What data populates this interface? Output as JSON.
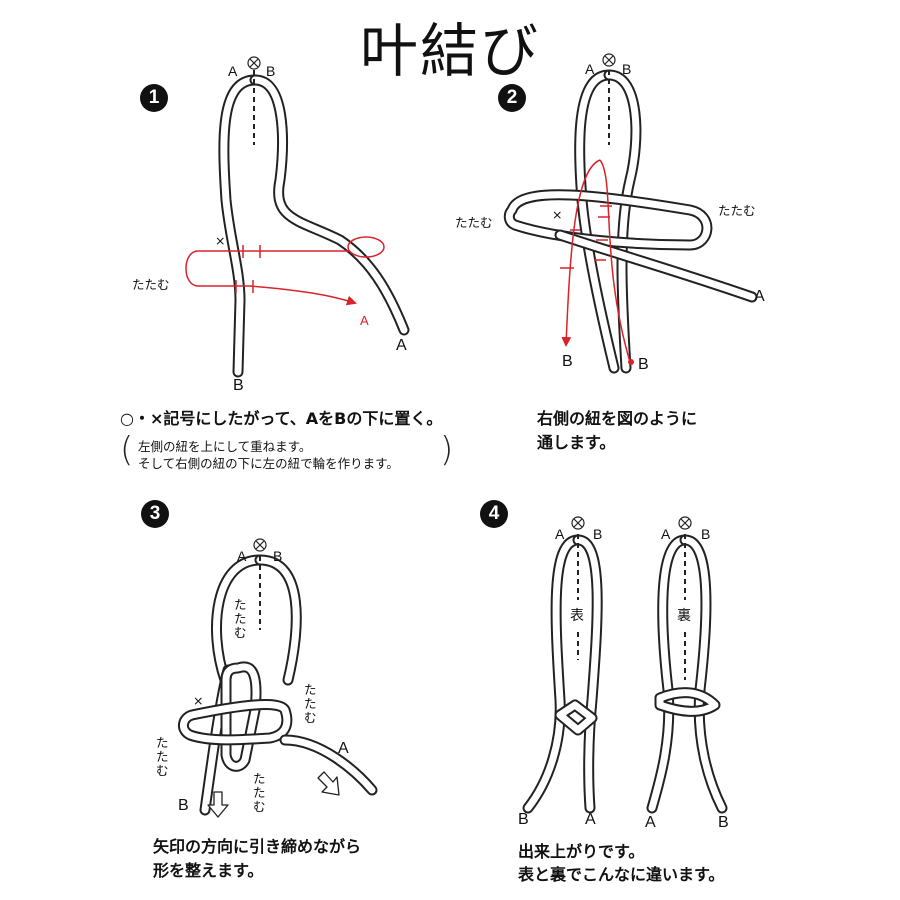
{
  "title": "叶結び",
  "steps": [
    {
      "number": "1",
      "caption": "○・×記号にしたがって、AをBの下に置く。",
      "note_line1": "左側の紐を上にして重ねます。",
      "note_line2": "そして右側の紐の下に左の紐で輪を作ります。",
      "labels": {
        "a_top": "A",
        "b_top": "B",
        "fold": "たたむ",
        "x": "×",
        "a_arrow": "A",
        "a_end": "A",
        "b_end": "B"
      }
    },
    {
      "number": "2",
      "caption_line1": "右側の紐を図のように",
      "caption_line2": "通します。",
      "labels": {
        "a_top": "A",
        "b_top": "B",
        "fold_left": "たたむ",
        "fold_right": "たたむ",
        "x": "×",
        "a_end": "A",
        "b_red": "B",
        "b_end": "B"
      }
    },
    {
      "number": "3",
      "caption_line1": "矢印の方向に引き締めながら",
      "caption_line2": "形を整えます。",
      "labels": {
        "a_top": "A",
        "b_top": "B",
        "fold_top": "たたむ",
        "fold_right": "たたむ",
        "fold_left": "たたむ",
        "fold_bottom": "たたむ",
        "x": "×",
        "a_end": "A",
        "b_end": "B"
      }
    },
    {
      "number": "4",
      "caption_line1": "出来上がりです。",
      "caption_line2": "表と裏でこんなに違います。",
      "labels": {
        "a_top": "A",
        "b_top": "B",
        "front": "表",
        "back": "裏",
        "b_end_left": "B",
        "a_end_left": "A",
        "a_end_right": "A",
        "b_end_right": "B"
      }
    }
  ],
  "colors": {
    "cord_outline": "#222222",
    "guide_red": "#d8232a",
    "text": "#111111"
  }
}
